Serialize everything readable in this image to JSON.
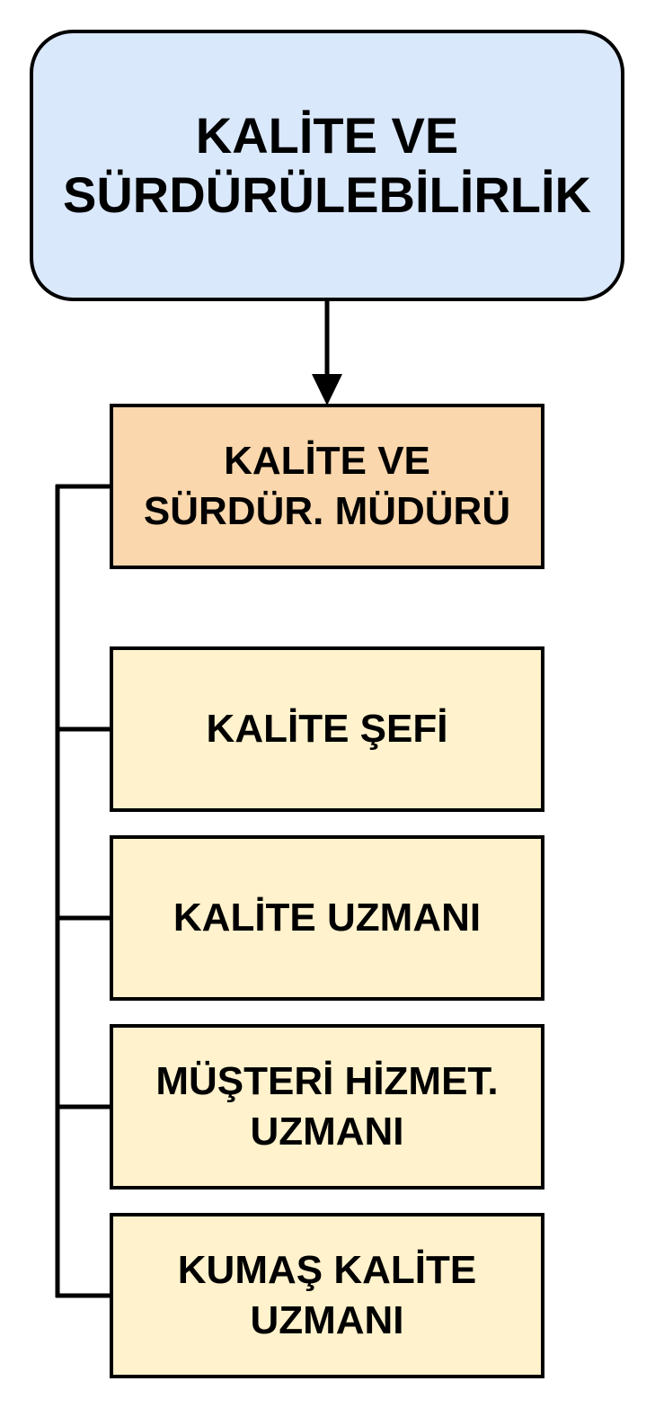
{
  "colors": {
    "root_fill": "#dae8fc",
    "manager_fill": "#fad7ac",
    "staff_fill": "#fff2cc",
    "line": "#000000"
  },
  "root": {
    "label": "KALİTE VE\nSÜRDÜRÜLEBİLİRLİK"
  },
  "manager": {
    "label": "KALİTE VE\nSÜRDÜR. MÜDÜRÜ"
  },
  "staff": [
    {
      "label": "KALİTE ŞEFİ"
    },
    {
      "label": "KALİTE UZMANI"
    },
    {
      "label": "MÜŞTERİ HİZMET.\nUZMANI"
    },
    {
      "label": "KUMAŞ KALİTE\nUZMANI"
    }
  ]
}
